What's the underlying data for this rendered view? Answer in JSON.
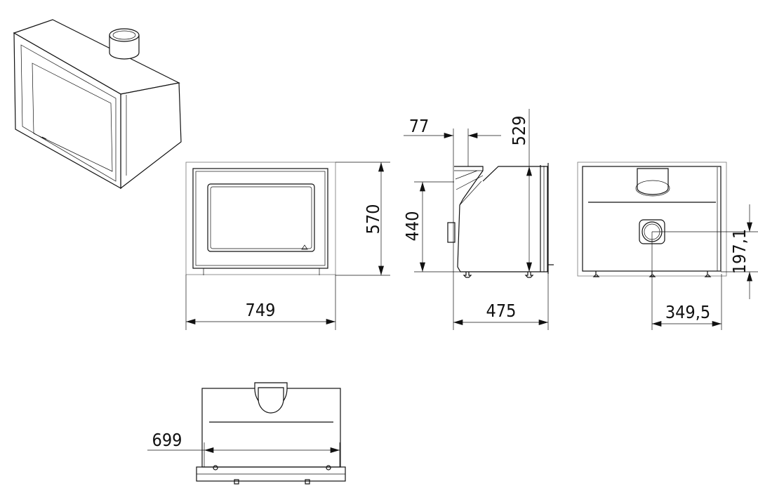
{
  "dimensions": {
    "front_height": "570",
    "front_width": "749",
    "flue_offset": "77",
    "side_height": "529",
    "side_lower_height": "440",
    "side_depth": "475",
    "back_inlet_height": "197,1",
    "back_inlet_offset": "349,5",
    "bottom_width": "699"
  }
}
